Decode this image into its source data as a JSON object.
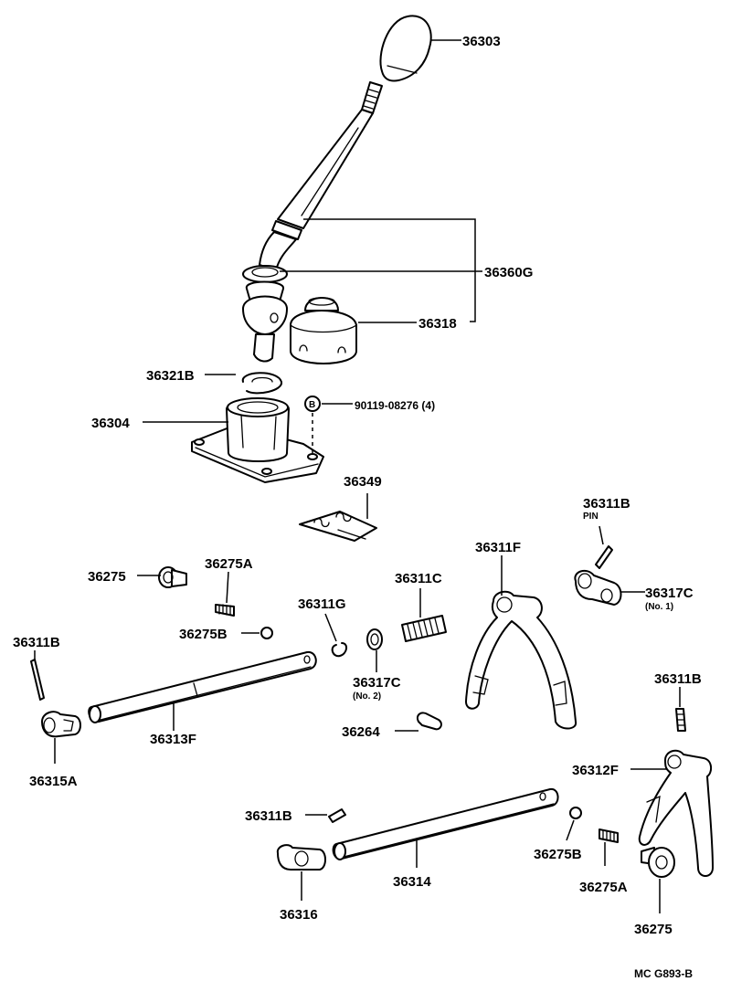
{
  "labels": {
    "p36303": "36303",
    "p36360G": "36360G",
    "p36318": "36318",
    "p36321B": "36321B",
    "p36304": "36304",
    "pBolt": "90119-08276 (4)",
    "boltMark": "B",
    "p36349": "36349",
    "p36311B_pin": "36311B",
    "pin": "PIN",
    "p36317C_1": "36317C",
    "no1": "(No. 1)",
    "p36311F": "36311F",
    "p36275_top": "36275",
    "p36275A_top": "36275A",
    "p36275B_top": "36275B",
    "p36311G": "36311G",
    "p36311C": "36311C",
    "p36317C_2": "36317C",
    "no2": "(No. 2)",
    "p36311B_left": "36311B",
    "p36313F": "36313F",
    "p36315A": "36315A",
    "p36264": "36264",
    "p36311B_right": "36311B",
    "p36312F": "36312F",
    "p36311B_bottom": "36311B",
    "p36314": "36314",
    "p36316": "36316",
    "p36275B_bottom": "36275B",
    "p36275A_bottom": "36275A",
    "p36275_bottom": "36275",
    "code": "MC  G893-B"
  }
}
